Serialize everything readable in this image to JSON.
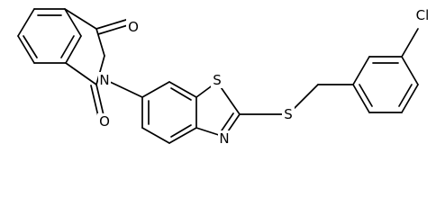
{
  "structure": {
    "atoms": {
      "O_top": "O",
      "O_bottom": "O",
      "N_imide": "N",
      "S_thiazole": "S",
      "N_thiazole": "N",
      "S_thioether": "S",
      "Cl": "Cl"
    }
  }
}
